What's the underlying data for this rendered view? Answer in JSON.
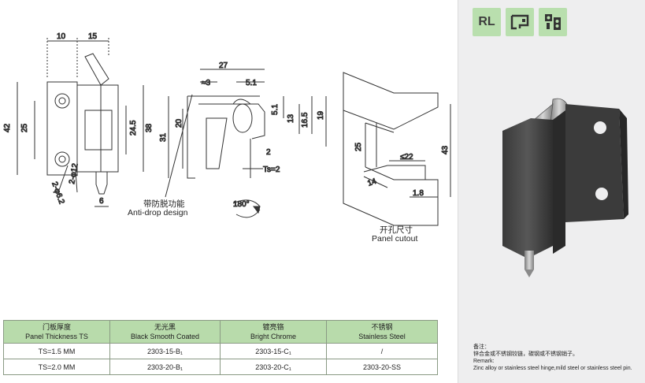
{
  "drawing": {
    "dims": {
      "d10": "10",
      "d15": "15",
      "d27": "27",
      "d3": "≈3",
      "d5_1a": "5.1",
      "d5_1b": "5.1",
      "d13": "13",
      "d16_5": "16.5",
      "d19": "19",
      "d42": "42",
      "d25": "25",
      "d24_5": "24.5",
      "d38": "38",
      "d31": "31",
      "d20": "20",
      "d2": "2",
      "ts2": "Ts=2",
      "d6": "6",
      "d2_62": "2-φ6.2",
      "d2_12": "2-φ12",
      "rot": "180°",
      "c25": "25",
      "c43": "43",
      "c22": "≤22",
      "c14": "14",
      "c1_8": "1.8"
    },
    "anti_drop_cn": "带防脱功能",
    "anti_drop_en": "Anti-drop design",
    "cutout_cn": "开孔尺寸",
    "cutout_en": "Panel cutout"
  },
  "table": {
    "headers": [
      {
        "cn": "门板厚度",
        "en": "Panel Thickness TS"
      },
      {
        "cn": "无光黑",
        "en": "Black Smooth Coated"
      },
      {
        "cn": "镀亮铬",
        "en": "Bright Chrome"
      },
      {
        "cn": "不锈钢",
        "en": "Stainless Steel"
      }
    ],
    "rows": [
      [
        "TS=1.5 MM",
        "2303-15-B₁",
        "2303-15-C₁",
        "/"
      ],
      [
        "TS=2.0 MM",
        "2303-20-B₁",
        "2303-20-C₁",
        "2303-20-SS"
      ]
    ]
  },
  "side": {
    "badge_rl": "RL",
    "colors": {
      "badge": "#b9dfae",
      "panel": "#eeeeef",
      "table_header": "#b8dbab"
    }
  },
  "remark": {
    "cn_title": "备注：",
    "cn_body": "锌合金或不锈钢铰链，碳钢或不锈钢销子。",
    "en_title": "Remark:",
    "en_body": "Zinc alloy or stainless steel hinge,mild steel or stainless steel pin."
  }
}
